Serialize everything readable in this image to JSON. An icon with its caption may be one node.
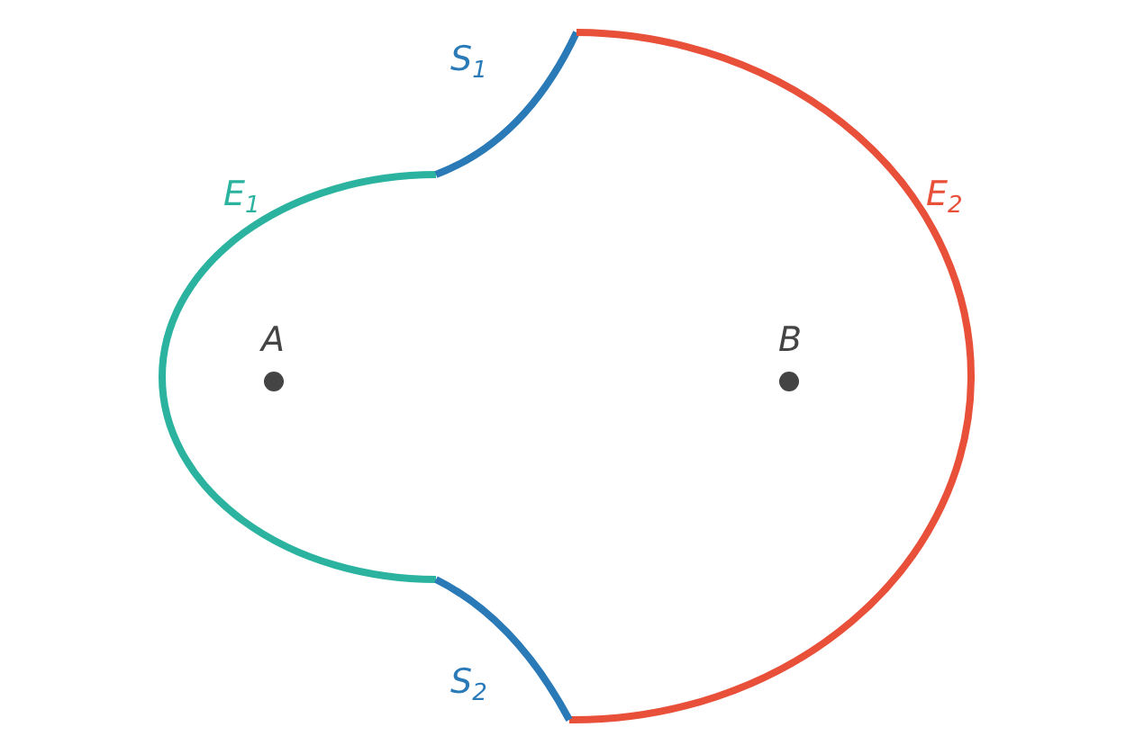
{
  "diagram": {
    "labels": [
      "S$_{1}$",
      "E$_{1}$",
      "E$_{2}$",
      "A",
      "B",
      "S$_{2}$"
    ]
  }
}
